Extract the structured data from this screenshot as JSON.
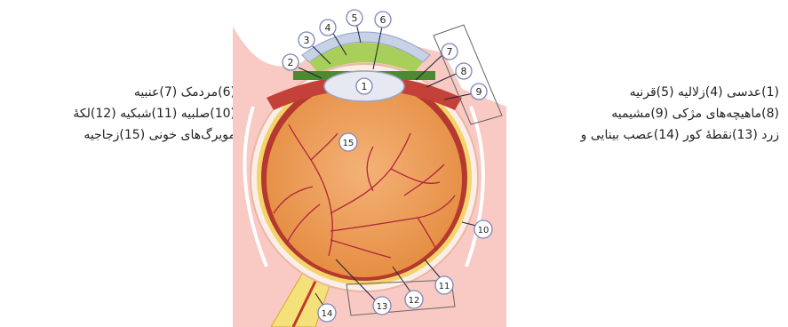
{
  "legend": {
    "left": [
      "(6)مردمک (7)عنبیه",
      "(10)صلبیه (11)شبکیه (12)لکهٔ",
      "مویرگ‌های خونی (15)زجاجیه"
    ],
    "right": [
      "(1)عدسی (4)زلالیه (5)قرنیه",
      "(8)ماهیچه‌های مژکی (9)مشیمیه",
      "زرد (13)نقطهٔ کور (14)عصب بینایی و"
    ]
  },
  "labels": [
    "1",
    "2",
    "3",
    "4",
    "5",
    "6",
    "7",
    "8",
    "9",
    "10",
    "11",
    "12",
    "13",
    "14",
    "15"
  ],
  "colors": {
    "skin": "#f9c9c3",
    "sclera": "#fbeee8",
    "choroid": "#b5392e",
    "retina_inner": "#e2893f",
    "vitreous": "#f0a76a",
    "vessels": "#b0243c",
    "lens": "#e6e9f2",
    "aqueous": "#a8cf5a",
    "cornea": "#c8d2e6",
    "nerve": "#f5e17a",
    "label_ring": "#7d86b8"
  }
}
